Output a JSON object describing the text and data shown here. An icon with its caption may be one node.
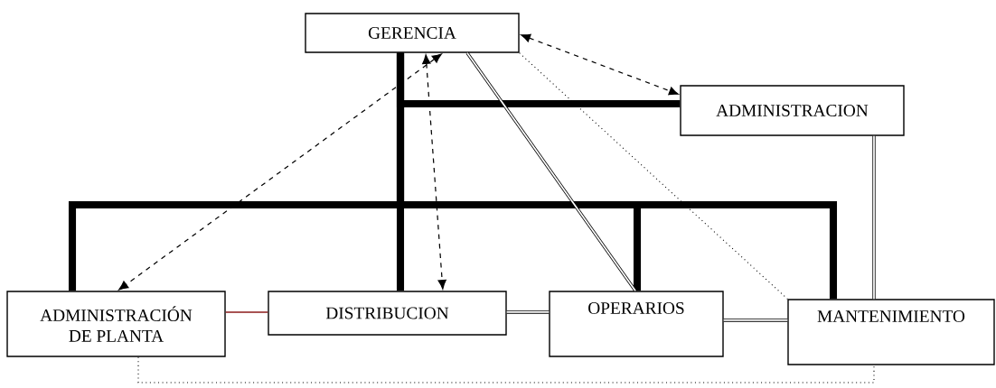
{
  "diagram": {
    "nodes": [
      {
        "text": [
          "GERENCIA"
        ]
      },
      {
        "text": [
          "ADMINISTRACION"
        ]
      },
      {
        "text": [
          "ADMINISTRACIÓN DE PLANTA"
        ]
      },
      {
        "text": [
          "DISTRIBUCION"
        ]
      },
      {
        "text": [
          "OPERARIOS"
        ]
      },
      {
        "text": [
          "MANTENIMIENTO"
        ]
      }
    ],
    "edges": [
      {
        "from": 0,
        "to": 1,
        "arrow": "none",
        "style": "thick"
      },
      {
        "from": 0,
        "to": 3,
        "arrow": "none",
        "style": "thick"
      },
      {
        "from": 0,
        "to": 2,
        "arrow": "none",
        "style": "thick"
      },
      {
        "from": 0,
        "to": 4,
        "arrow": "none",
        "style": "thick"
      },
      {
        "from": 0,
        "to": 5,
        "arrow": "none",
        "style": "thick"
      },
      {
        "from": 0,
        "to": 1,
        "arrow": "both",
        "style": "dashed"
      },
      {
        "from": 0,
        "to": 2,
        "arrow": "both",
        "style": "dashed"
      },
      {
        "from": 0,
        "to": 3,
        "arrow": "both",
        "style": "dashed"
      },
      {
        "from": 0,
        "to": 4,
        "arrow": "none"
      },
      {
        "from": 0,
        "to": 5,
        "arrow": "none",
        "style": "dashed"
      },
      {
        "from": 1,
        "to": 5,
        "arrow": "none"
      },
      {
        "from": 2,
        "to": 3,
        "arrow": "none",
        "color": "#8b1a1a"
      },
      {
        "from": 3,
        "to": 4,
        "arrow": "none"
      },
      {
        "from": 4,
        "to": 5,
        "arrow": "none"
      },
      {
        "from": 2,
        "to": 5,
        "arrow": "none",
        "style": "dashed"
      }
    ]
  }
}
